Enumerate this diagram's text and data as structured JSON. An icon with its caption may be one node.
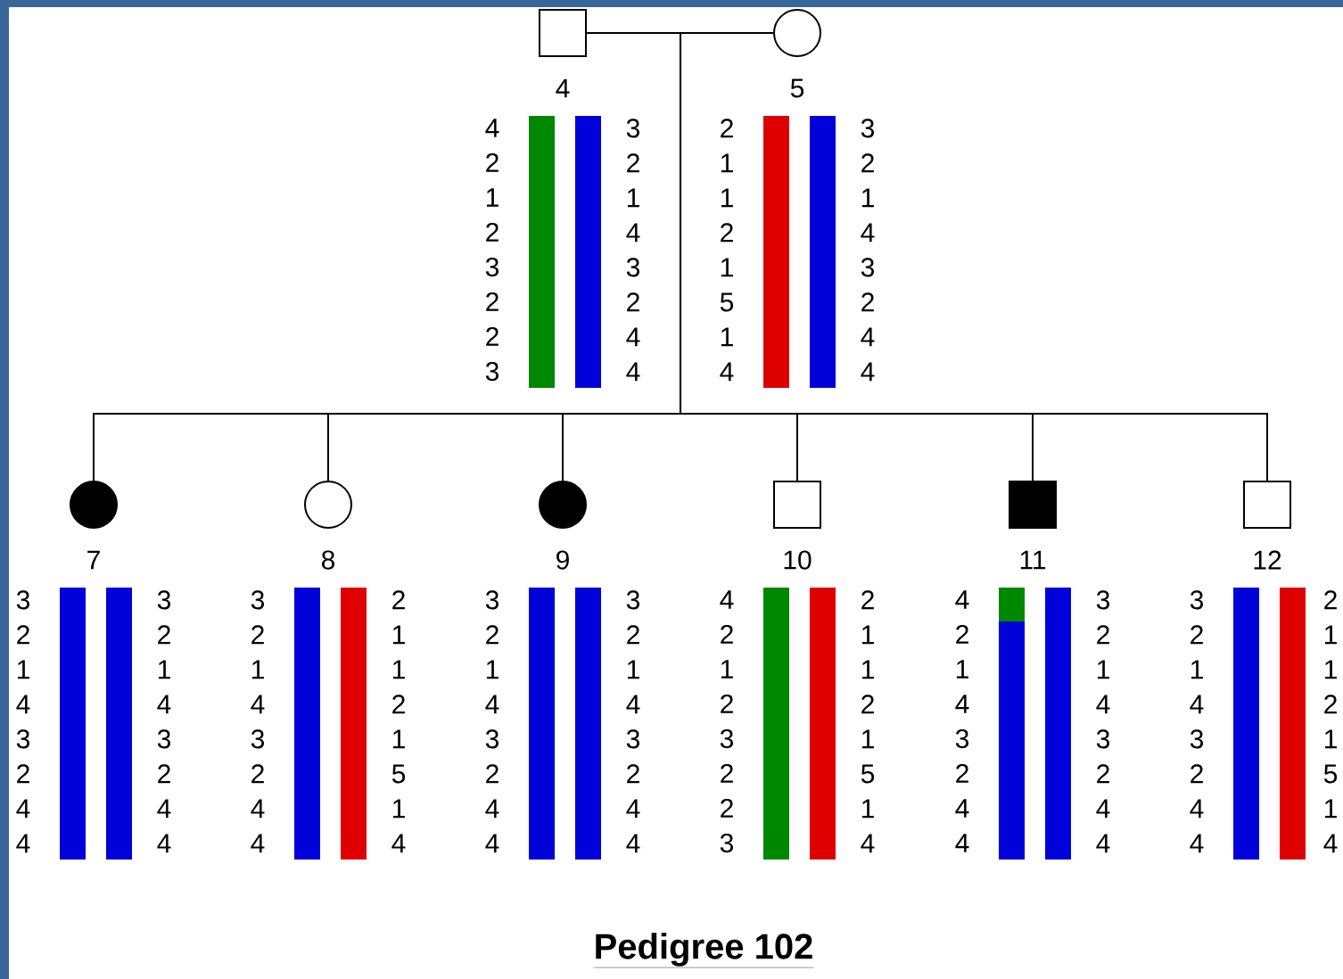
{
  "diagram": {
    "title": "Pedigree 102",
    "nodes": [
      {
        "text": [
          "4"
        ],
        "beside": [
          "4 2 1 2 3 2 2 3",
          "3 2 1 4 3 2 4 4"
        ]
      },
      {
        "text": [
          "5"
        ],
        "beside": [
          "2 1 1 2 1 5 1 4",
          "3 2 1 4 3 2 4 4"
        ]
      },
      {
        "text": [
          "7"
        ],
        "beside": [
          "3 2 1 4 3 2 4 4",
          "3 2 1 4 3 2 4 4"
        ]
      },
      {
        "text": [
          "8"
        ],
        "beside": [
          "3 2 1 4 3 2 4 4",
          "2 1 1 2 1 5 1 4"
        ]
      },
      {
        "text": [
          "9"
        ],
        "beside": [
          "3 2 1 4 3 2 4 4",
          "3 2 1 4 3 2 4 4"
        ]
      },
      {
        "text": [
          "10"
        ],
        "beside": [
          "4 2 1 2 3 2 2 3",
          "2 1 1 2 1 5 1 4"
        ]
      },
      {
        "text": [
          "11"
        ],
        "beside": [
          "4 2 1 4 3 2 4 4",
          "3 2 1 4 3 2 4 4"
        ]
      },
      {
        "text": [
          "12"
        ],
        "beside": [
          "3 2 1 4 3 2 4 4",
          "2 1 1 2 1 5 1 4"
        ]
      }
    ],
    "edges": [
      {
        "from": 0,
        "to": 1,
        "arrow": "none"
      },
      {
        "from": null,
        "to": 2,
        "arrow": "none"
      },
      {
        "from": null,
        "to": 3,
        "arrow": "none"
      },
      {
        "from": null,
        "to": 4,
        "arrow": "none"
      },
      {
        "from": null,
        "to": 5,
        "arrow": "none"
      },
      {
        "from": null,
        "to": 6,
        "arrow": "none"
      },
      {
        "from": null,
        "to": 7,
        "arrow": "none"
      }
    ]
  }
}
